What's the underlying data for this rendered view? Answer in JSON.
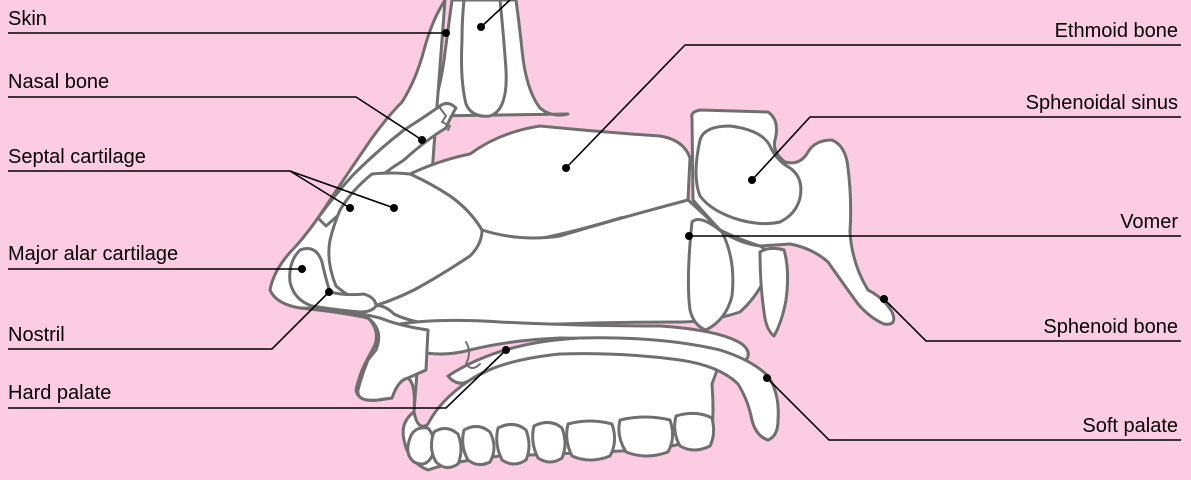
{
  "diagram": {
    "background_color": "#fccce2",
    "outline_color": "#6f6f6f",
    "labels": {
      "skin": "Skin",
      "nasal_bone": "Nasal bone",
      "septal_cartilage": "Septal cartilage",
      "major_alar_cartilage": "Major alar cartilage",
      "nostril": "Nostril",
      "hard_palate": "Hard palate",
      "ethmoid_bone": "Ethmoid bone",
      "sphenoidal_sinus": "Sphenoidal sinus",
      "vomer": "Vomer",
      "sphenoid_bone": "Sphenoid bone",
      "soft_palate": "Soft palate"
    }
  }
}
